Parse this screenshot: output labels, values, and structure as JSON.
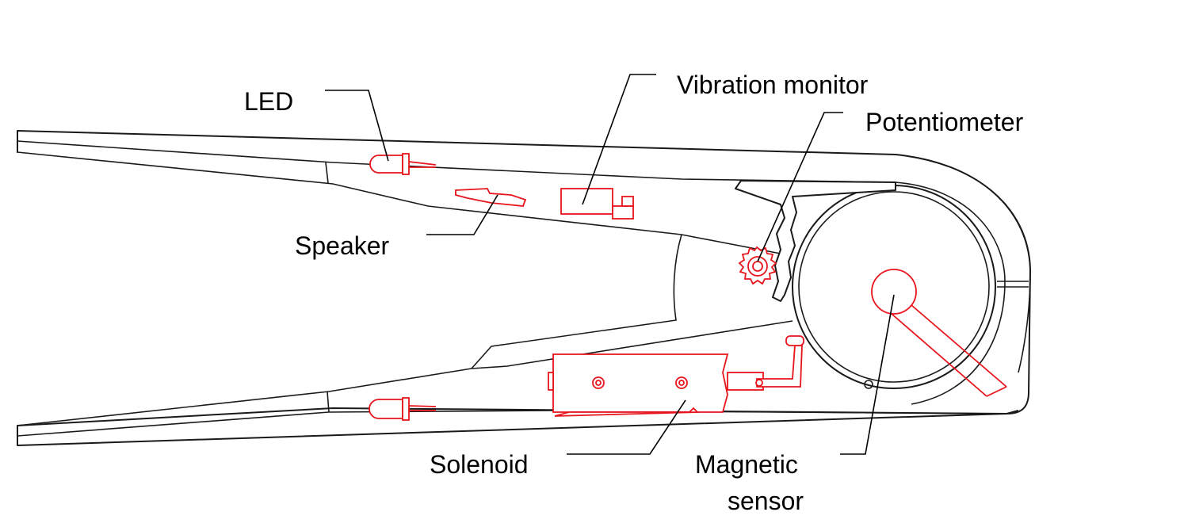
{
  "colors": {
    "outline": "#1a1a1a",
    "component": "#e8141c",
    "label": "#000000",
    "background": "#ffffff"
  },
  "labels": {
    "led": "LED",
    "vibration_monitor": "Vibration monitor",
    "potentiometer": "Potentiometer",
    "speaker": "Speaker",
    "solenoid": "Solenoid",
    "magnetic_sensor_line1": "Magnetic",
    "magnetic_sensor_line2": "sensor"
  }
}
